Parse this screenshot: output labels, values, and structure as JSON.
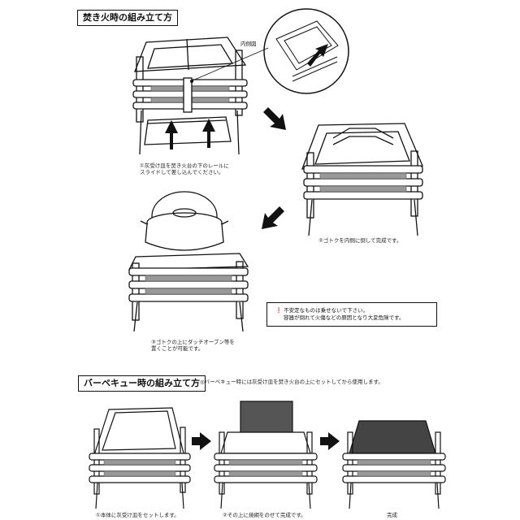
{
  "section1": {
    "title": "焚き火時の組み立て方",
    "inset_label": "内側図",
    "step1_caption": [
      "①灰受け皿を焚き火台の下のレールに",
      "スライドして差し込んでください。"
    ],
    "step2_caption": "②ゴトクを内側に倒して完成です。",
    "step3_caption": [
      "③ゴトクの上にダッチオーブン等を",
      "置くことが可能です。"
    ],
    "warning": [
      "不安定なものは乗せないで下さい。",
      "容器が倒れて火傷などの原因となり大変危険です。"
    ],
    "warning_icon": "exclamation-circle-icon"
  },
  "section2": {
    "title": "バーベキュー時の組み立て方",
    "note": "◎バーベキュー時には灰受け皿を焚き火台の上にセットしてから使用します。",
    "step1_caption": "①本体に灰受け皿をセットします。",
    "step2_caption": "②その上に焼網をのせて完成です。",
    "step3_caption": "完成"
  },
  "colors": {
    "line": "#111111",
    "paper": "#ffffff",
    "mesh": "#666666"
  }
}
